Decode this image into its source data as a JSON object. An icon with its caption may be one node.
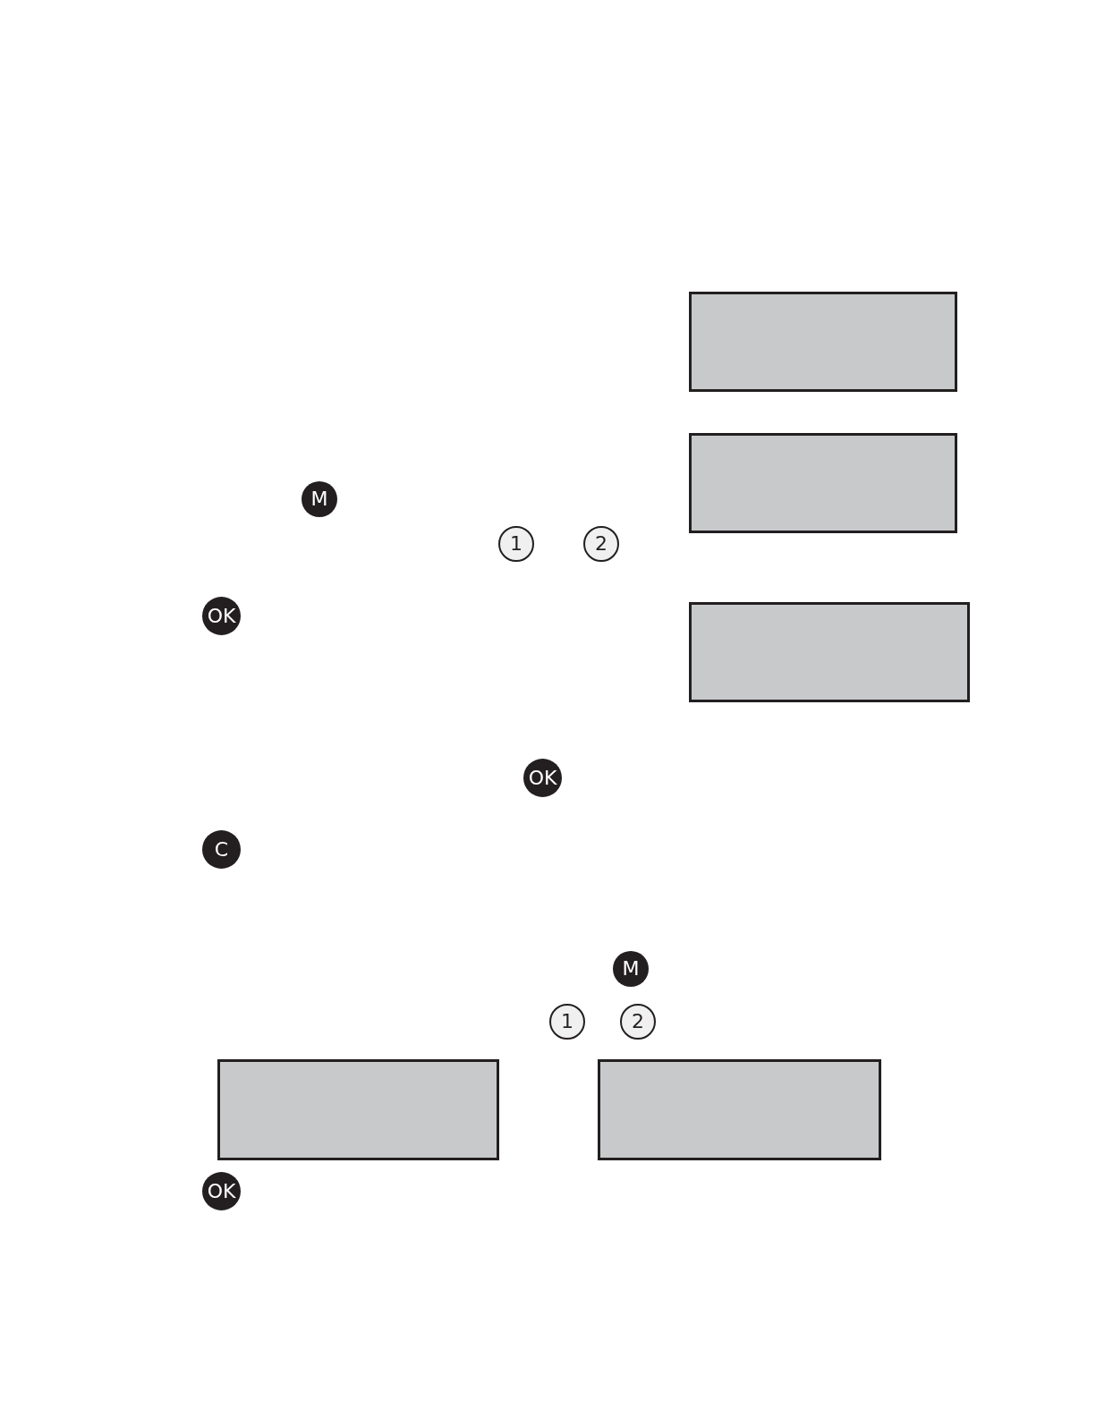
{
  "diagram": {
    "nodes": [
      {
        "text": [],
        "shape": "box"
      },
      {
        "text": [],
        "shape": "box"
      },
      {
        "text": [
          "M"
        ]
      },
      {
        "text": [
          "1"
        ]
      },
      {
        "text": [
          "2"
        ]
      },
      {
        "text": [],
        "shape": "box"
      },
      {
        "text": [
          "OK"
        ]
      },
      {
        "text": [
          "OK"
        ]
      },
      {
        "text": [
          "C"
        ]
      },
      {
        "text": [
          "M"
        ]
      },
      {
        "text": [
          "1"
        ]
      },
      {
        "text": [
          "2"
        ]
      },
      {
        "text": [],
        "shape": "box"
      },
      {
        "text": [],
        "shape": "box"
      },
      {
        "text": [
          "OK"
        ]
      }
    ]
  }
}
